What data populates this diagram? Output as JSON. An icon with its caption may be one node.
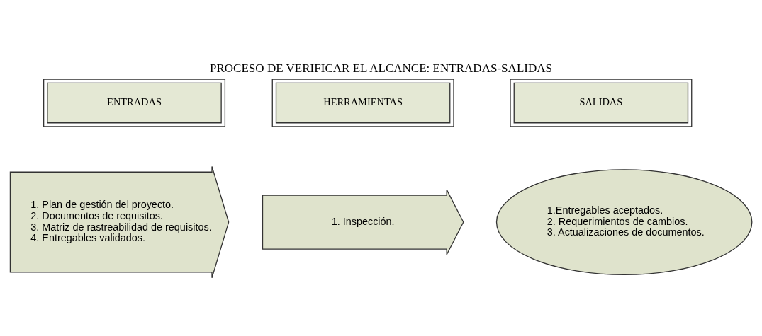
{
  "diagram": {
    "title": "PROCESO DE VERIFICAR EL ALCANCE: ENTRADAS-SALIDAS",
    "nodes": [
      {
        "text": [
          "ENTRADAS"
        ]
      },
      {
        "text": [
          "HERRAMIENTAS"
        ]
      },
      {
        "text": [
          "SALIDAS"
        ]
      },
      {
        "text": [
          "1. Plan de gestión del proyecto.",
          "2. Documentos de requisitos.",
          "3. Matriz de rastreabilidad de requisitos.",
          "4. Entregables validados."
        ]
      },
      {
        "text": [
          "1. Inspección."
        ]
      },
      {
        "text": [
          "1.Entregables aceptados.",
          "2. Requerimientos de cambios.",
          "3. Actualizaciones de documentos."
        ]
      }
    ]
  }
}
